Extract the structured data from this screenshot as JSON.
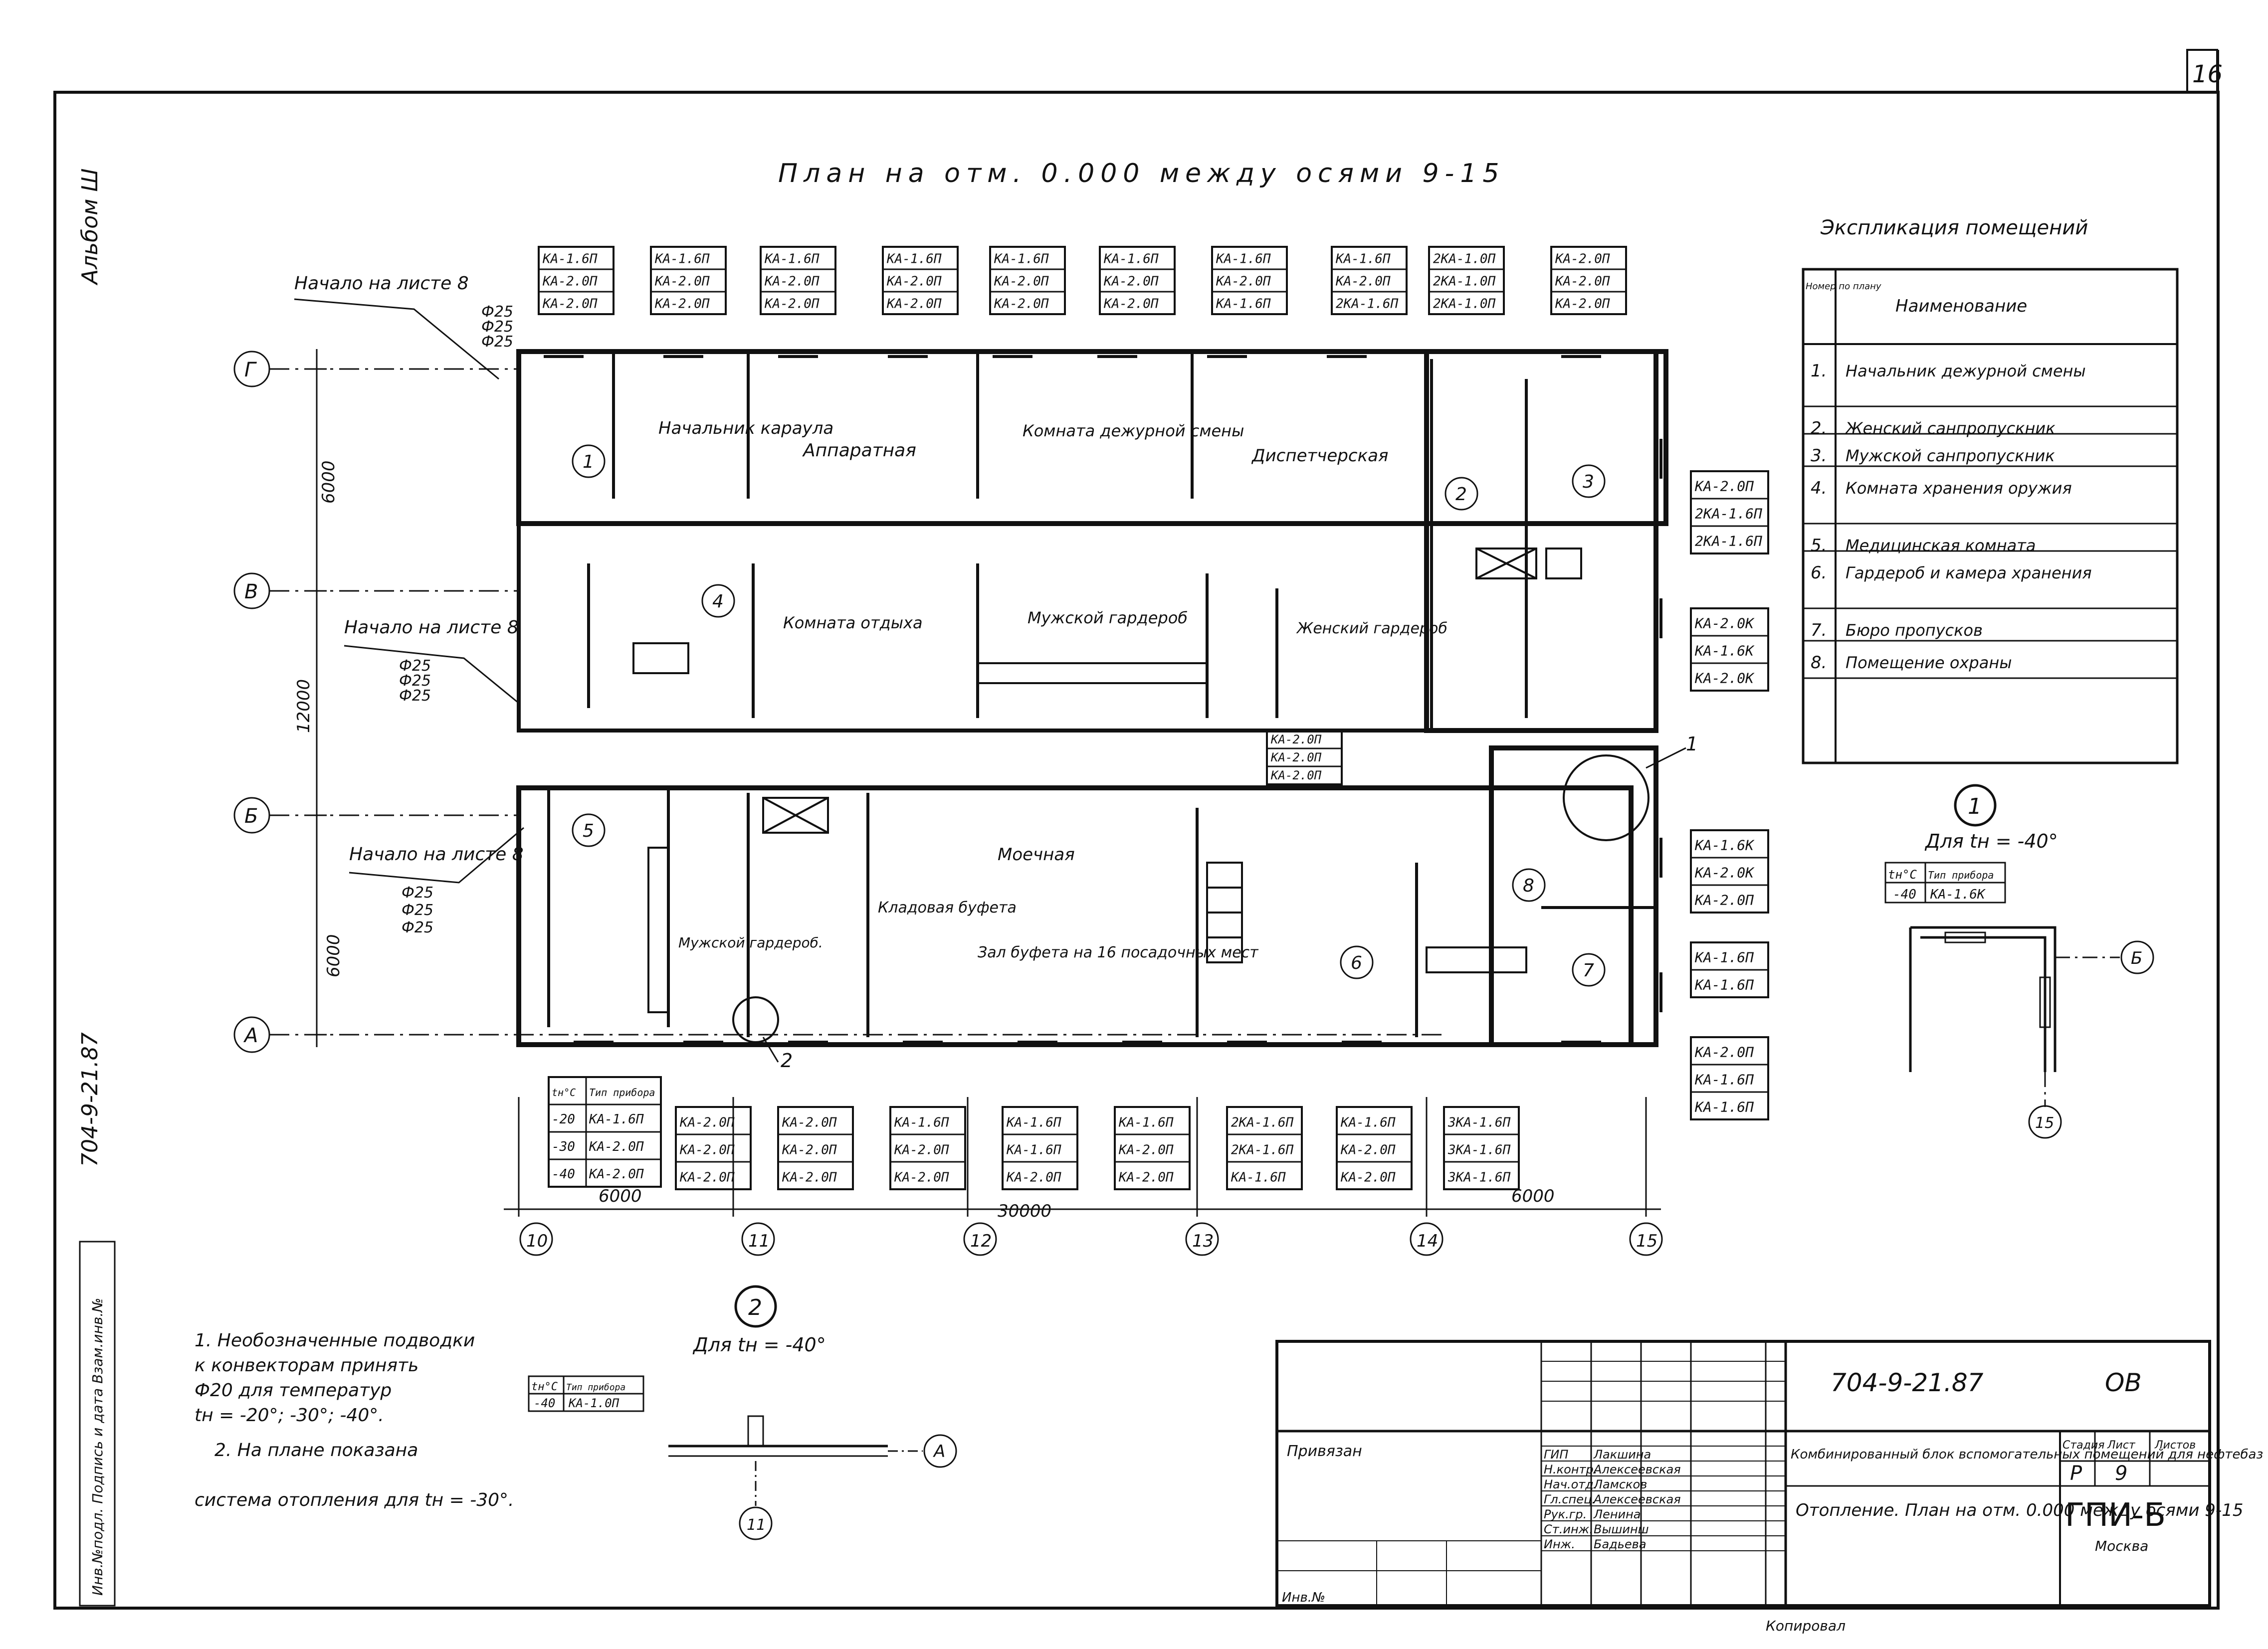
{
  "sheet": {
    "number": "16",
    "album": "Альбом Ш",
    "side_code": "704-9-21.87",
    "side_stamp": "Инв.№подл. Подпись и дата Взам.инв.№"
  },
  "plan": {
    "title": "План на отм. 0.000 между осями 9-15",
    "start_notes": [
      "Начало на листе 8",
      "Начало на листе 8",
      "Начало на листе 8"
    ],
    "pipes_top": [
      "Ф25",
      "Ф25",
      "Ф25"
    ],
    "pipes_b": [
      "Ф25",
      "Ф25",
      "Ф25"
    ],
    "pipes_a": [
      "Ф25",
      "Ф25",
      "Ф25"
    ],
    "rooms": [
      {
        "n": "1",
        "label": ""
      },
      {
        "n": "",
        "label": "Начальник караула"
      },
      {
        "n": "",
        "label": "Аппаратная"
      },
      {
        "n": "",
        "label": "Комната дежурной смены"
      },
      {
        "n": "",
        "label": "Диспетчерская"
      },
      {
        "n": "2",
        "label": ""
      },
      {
        "n": "3",
        "label": ""
      },
      {
        "n": "4",
        "label": ""
      },
      {
        "n": "",
        "label": "Комната отдыха"
      },
      {
        "n": "",
        "label": "Мужской гардероб"
      },
      {
        "n": "",
        "label": "Женский гардероб"
      },
      {
        "n": "5",
        "label": ""
      },
      {
        "n": "",
        "label": "Мужской гардероб."
      },
      {
        "n": "",
        "label": "Кладовая буфета"
      },
      {
        "n": "",
        "label": "Моечная"
      },
      {
        "n": "",
        "label": "Зал буфета на 16 посадочных мест"
      },
      {
        "n": "6",
        "label": ""
      },
      {
        "n": "7",
        "label": ""
      },
      {
        "n": "8",
        "label": ""
      }
    ],
    "axes_rows": [
      "Г",
      "В",
      "Б",
      "А"
    ],
    "axes_cols": [
      "10",
      "11",
      "12",
      "13",
      "14",
      "15"
    ],
    "dims": {
      "top_span": "6000",
      "mid_span": "12000",
      "bot_span": "6000",
      "bottom_left": "6000",
      "bottom_mid": "30000",
      "bottom_right": "6000"
    },
    "callout_1": "1",
    "callout_2": "2"
  },
  "top_tables": [
    [
      "КА-1.6П",
      "КА-2.0П",
      "КА-2.0П"
    ],
    [
      "КА-1.6П",
      "КА-2.0П",
      "КА-2.0П"
    ],
    [
      "КА-1.6П",
      "КА-2.0П",
      "КА-2.0П"
    ],
    [
      "КА-1.6П",
      "КА-2.0П",
      "КА-2.0П"
    ],
    [
      "КА-1.6П",
      "КА-2.0П",
      "КА-2.0П"
    ],
    [
      "КА-1.6П",
      "КА-2.0П",
      "КА-2.0П"
    ],
    [
      "КА-1.6П",
      "КА-2.0П",
      "КА-1.6П"
    ],
    [
      "КА-1.6П",
      "КА-2.0П",
      "2КА-1.6П"
    ],
    [
      "2КА-1.0П",
      "2КА-1.0П",
      "2КА-1.0П"
    ],
    [
      "КА-2.0П",
      "КА-2.0П",
      "КА-2.0П"
    ]
  ],
  "right_tables": [
    [
      "КА-2.0П",
      "2КА-1.6П",
      "2КА-1.6П"
    ],
    [
      "КА-2.0К",
      "КА-1.6К",
      "КА-2.0К"
    ],
    [
      "КА-1.6К",
      "КА-2.0К",
      "КА-2.0П"
    ],
    [
      "КА-1.6П",
      "КА-1.6П"
    ],
    [
      "КА-2.0П",
      "КА-1.6П",
      "КА-1.6П"
    ]
  ],
  "mid_table": [
    "КА-2.0П",
    "КА-2.0П",
    "КА-2.0П"
  ],
  "legend_table": {
    "headers": [
      "tн°С",
      "Тип прибора"
    ],
    "rows": [
      [
        "-20",
        "КА-1.6П"
      ],
      [
        "-30",
        "КА-2.0П"
      ],
      [
        "-40",
        "КА-2.0П"
      ]
    ]
  },
  "bottom_tables": [
    [
      "КА-2.0П",
      "КА-2.0П",
      "КА-2.0П"
    ],
    [
      "КА-2.0П",
      "КА-2.0П",
      "КА-2.0П"
    ],
    [
      "КА-1.6П",
      "КА-2.0П",
      "КА-2.0П"
    ],
    [
      "КА-1.6П",
      "КА-1.6П",
      "КА-2.0П"
    ],
    [
      "КА-1.6П",
      "КА-2.0П",
      "КА-2.0П"
    ],
    [
      "2КА-1.6П",
      "2КА-1.6П",
      "КА-1.6П"
    ],
    [
      "КА-1.6П",
      "КА-2.0П",
      "КА-2.0П"
    ],
    [
      "3КА-1.6П",
      "3КА-1.6П",
      "3КА-1.6П"
    ]
  ],
  "explication": {
    "title": "Экспликация помещений",
    "headers": [
      "Номер по плану",
      "Наименование"
    ],
    "rows": [
      [
        "1.",
        "Начальник дежурной смены"
      ],
      [
        "2.",
        "Женский санпропускник"
      ],
      [
        "3.",
        "Мужской санпропускник"
      ],
      [
        "4.",
        "Комната хранения оружия"
      ],
      [
        "5.",
        "Медицинская комната"
      ],
      [
        "6.",
        "Гардероб и камера хранения"
      ],
      [
        "7.",
        "Бюро пропусков"
      ],
      [
        "8.",
        "Помещение охраны"
      ]
    ]
  },
  "detail1": {
    "n": "1",
    "title": "Для tн = -40°",
    "headers": [
      "tн°С",
      "Тип прибора"
    ],
    "row": [
      "-40",
      "КА-1.6К"
    ],
    "axis_b": "Б",
    "axis_15": "15"
  },
  "detail2": {
    "n": "2",
    "title": "Для tн = -40°",
    "headers": [
      "tн°С",
      "Тип прибора"
    ],
    "row": [
      "-40",
      "КА-1.0П"
    ],
    "axis_a": "А",
    "axis_11": "11"
  },
  "notes": [
    "1. Необозначенные подводки",
    "к конвекторам принять",
    "Ф20 для температур",
    "tн = -20°; -30°; -40°.",
    "2. На плане показана",
    "система отопления для tн = -30°."
  ],
  "stamp": {
    "code": "704-9-21.87",
    "mark": "ОВ",
    "roles": [
      "ГИП",
      "Н.контр.",
      "Нач.отд.",
      "Гл.спец.",
      "Рук.гр.",
      "Ст.инж.",
      "Инж.",
      ""
    ],
    "names": [
      "Лакшина",
      "Алексеевская",
      "Ламсков",
      "Алексеевская",
      "Ленина",
      "Вышинш",
      "Бадьева",
      ""
    ],
    "project": "Комбинированный блок вспомогательных помещений для нефтебаз",
    "sheet_title": "Отопление. План на отм. 0.000 между осями 9-15",
    "stage_label": "Стадия",
    "sheet_label": "Лист",
    "sheets_label": "Листов",
    "stage": "Р",
    "sheet": "9",
    "sheets": "",
    "org": "ГПИ-Б",
    "city": "Москва",
    "privyazan": "Привязан",
    "inv": "Инв.№",
    "copied": "Копировал"
  }
}
